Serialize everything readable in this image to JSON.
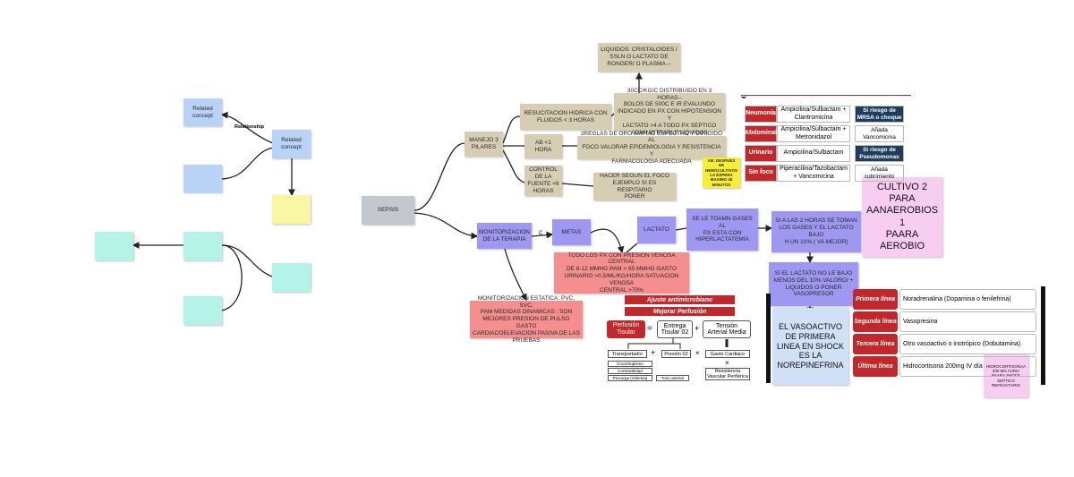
{
  "template": {
    "related_concept_1": "Related\nconcept",
    "related_concept_2": "Related\nconcept",
    "relationship": "Relationship"
  },
  "nodes": {
    "sepsis": "SEPSIS",
    "manejo": "MANEJO 3\nPILARES",
    "monitorizacion": "MONITORIZACION\nDE LA TERAPIA",
    "resucitacion": "RESUCITACION HIDRICA CON\nFLUIDOS < 3 HORAS",
    "ab1hora": "AB <1 HORA",
    "control": "CONTROL\nDE LA\nFUENTE <6\nHORAS",
    "liquidos": "LIQUIDOS: CRISTALOIDES /\nSSLN  O LACTATO DE\nRONGER/ O PLASMA --",
    "bolos": "30CC/KG/C DISTRIBUIDO EN 3 HORAS--\nBOLOS DE 500C E IR EVALUNDO\nINDICADO EN PX CON HIPOTENSION Y\nLACTATO >4  A TODO PX SEPTICO\nADMINISTRARLE LIQUIDOS",
    "reglas": "3REGLAS DE ORO AMPLIO ESPECTRO  Y DIRIGIDO AL\nFOCO  VALORAR EPIDEMIOLOGIA Y RESISTENCIA  Y\nFARMACOLOGIA ADECUADA",
    "foco": "HACER SEGUN EL FOCO\nEJEMPLO SI ES RESPITARIO\nPONER",
    "sticky_ab": "AB: DESPUES DE\nHEMOCULTIVOS\nLA ESPERA\nMAXIMO 45\nMINUTOS",
    "metas": "METAS",
    "lactato": "LACTATO",
    "gases": "SE LE TOAMN GASES AL\nPX ESTA CON\nHIPERLACTATEMIA",
    "dos_horas": "SI A LAS 2 HORAS   SE TOMAN\nLOS GASES Y EL LACTATO BAJO\nH UN 10% ( VA MEJOR)",
    "no_baja": "SI EL LACTATO NO LE BAJO\nMENOS DEL 10% VALORO/ +\nLIQUIDOS O  PONER\nVASOPRESOR",
    "presion": "TODO LOS PX CON PRESION VENOSA CENTRAL\nDE  8-12 MMHG  PAM > 65 MMHG GASTO\nURINARIO >0,5/ML/KG/HORA SATUACION VENOSA\nCENTRAL >70%",
    "estatica": "MONITORIZACION ESTATICA:  PVC, SVC,\nPAM MEDIDAS DINAMICAS : SON\nMEJORES PRESION DE PULSO GASTO\nCARDIACOELEVACION PASIVA DE LAS\nPRUEBAS",
    "cultivo": "CULTIVO 2 PARA\nAANAEROBIOS 1\nPAARA AEROBIO",
    "vasoactivo": "EL VASOACTIVO\nDE PRIMERA\nLINEA EN SHOCK\nES LA\nNOREPINEFRINA",
    "hidro": "HIDROCORTISONAA\n200 MG IV/DIA\nPAARA SHOCK\nSEPTICO\nREFRACTARIO",
    "c_letter": "C"
  },
  "antibiotics": [
    {
      "focus": "Neumonía",
      "drug": "Ampicilina/Sulbactam +\nClaritromicina",
      "extra_head": "Si riesgo de\nMRSA o choque",
      "extra": "Añada\nVancomicina"
    },
    {
      "focus": "Abdominal",
      "drug": "Ampicilina/Sulbactam +\nMetronidazol",
      "extra_head": "",
      "extra": ""
    },
    {
      "focus": "Urinario",
      "drug": "Ampicilina/Sulbactam",
      "extra_head": "Si riesgo de\nPseudomonas",
      "extra": "Añada\ncubrimiento"
    },
    {
      "focus": "Sin foco",
      "drug": "Piperacilina/Tazobactam\n+ Vancomicina",
      "extra_head": "",
      "extra": ""
    }
  ],
  "vasopressors": [
    {
      "line": "Primera línea",
      "drug": "Noradrenalina (Dopamina o fenilefrina)"
    },
    {
      "line": "Segunda línea",
      "drug": "Vasopresina"
    },
    {
      "line": "Tercera línea",
      "drug": "Otro vasoactivo o inotrópico (Dobutamina)"
    },
    {
      "line": "Última línea",
      "drug": "Hidrocortisona 200mg IV día"
    }
  ],
  "formula": {
    "ajuste": "Ajuste antimicrobiano",
    "mejorar": "Mejorar Perfusión",
    "perfusion": "Perfusión\nTisular",
    "equals": "=",
    "entrega": "Entrega\nTisular 02",
    "plus1": "+",
    "tension": "Tensión\nArterial Media",
    "transportador": "Transportador",
    "plus2": "+",
    "presion_o2": "Presión 02",
    "times1": "×",
    "gasto": "Gasto Cardiaco",
    "times2": "×",
    "resistencia": "Resistencia\nVascular Periférica",
    "cronotropismo": "Cronotropismo",
    "contractilidad": "Contractilidad",
    "precarga": "Precarga (Volemia)",
    "tono": "Tono arterial"
  }
}
